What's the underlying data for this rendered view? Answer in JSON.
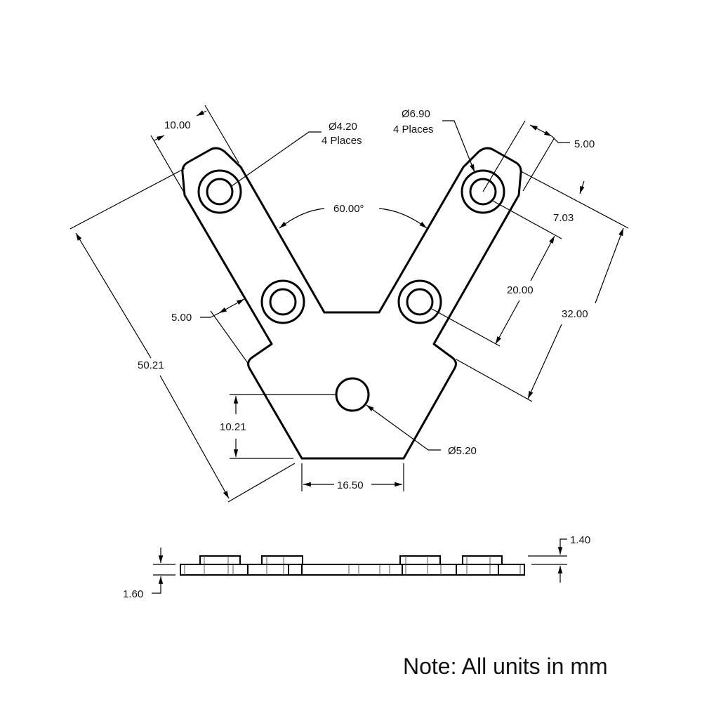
{
  "dimensions": {
    "arm_width": "10.00",
    "small_hole_dia": "Ø4.20",
    "small_hole_places": "4 Places",
    "large_hole_dia": "Ø6.90",
    "large_hole_places": "4 Places",
    "tip_offset": "5.00",
    "tip_depth": "7.03",
    "angle": "60.00°",
    "edge_offset": "5.00",
    "hole_spacing": "20.00",
    "arm_length": "32.00",
    "overall_length": "50.21",
    "center_hole_height": "10.21",
    "center_hole_dia": "Ø5.20",
    "bottom_width": "16.50",
    "boss_height": "1.40",
    "plate_thickness": "1.60"
  },
  "note": "Note: All units in mm"
}
